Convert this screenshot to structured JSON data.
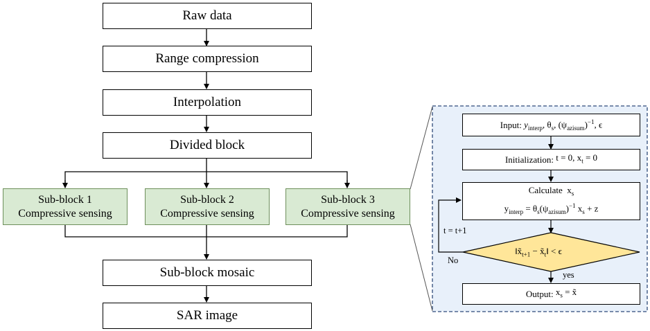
{
  "main_flow": {
    "raw_data": "Raw data",
    "range_compression": "Range compression",
    "interpolation": "Interpolation",
    "divided_block": "Divided block",
    "sub_block_mosaic": "Sub-block mosaic",
    "sar_image": "SAR image"
  },
  "sub_blocks": [
    {
      "title": "Sub-block 1",
      "method": "Compressive sensing"
    },
    {
      "title": "Sub-block 2",
      "method": "Compressive sensing"
    },
    {
      "title": "Sub-block 3",
      "method": "Compressive sensing"
    }
  ],
  "detail": {
    "input_label": "Input:",
    "init_label": "Initialization:",
    "calc_label": "Calculate",
    "output_label": "Output:",
    "loop_label": "t = t+1",
    "no_label": "No",
    "yes_label": "yes"
  },
  "colors": {
    "sub_block_fill": "#d9ead3",
    "decision_fill": "#ffe699",
    "detail_panel_fill": "#e8f0fa",
    "detail_panel_border": "#2e4a7a"
  }
}
